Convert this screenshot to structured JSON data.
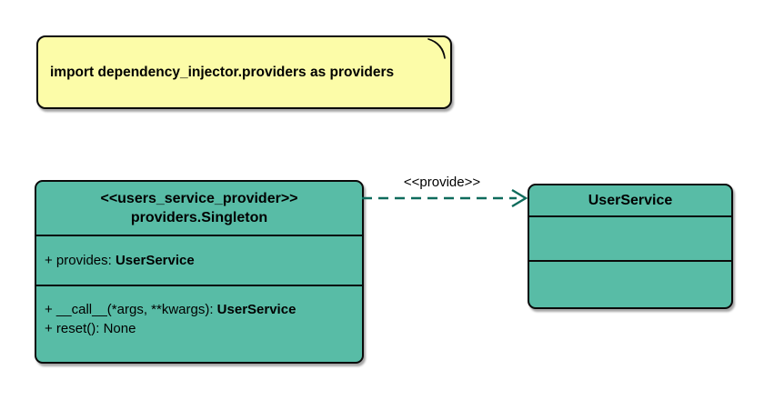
{
  "diagram": {
    "note": {
      "text": "import dependency_injector.providers as providers"
    },
    "provider_class": {
      "stereotype": "<<users_service_provider>>",
      "name": "providers.Singleton",
      "attribute": {
        "text": "+ provides: ",
        "bold_text": "UserService"
      },
      "methods": [
        {
          "text": "+ __call__(*args, **kwargs): ",
          "bold_text": "UserService"
        },
        {
          "text": "+ reset(): None",
          "bold_text": ""
        }
      ]
    },
    "service_class": {
      "name": "UserService"
    },
    "arrow": {
      "label": "<<provide>>"
    },
    "colors": {
      "class_fill": "#58BCA6",
      "note_fill": "#FCFCA8",
      "note_fold": "#C9C97E",
      "arrow": "#0E6B5C",
      "border": "#0A0A0A",
      "text": "#000000",
      "background": "#FFFFFF"
    }
  }
}
